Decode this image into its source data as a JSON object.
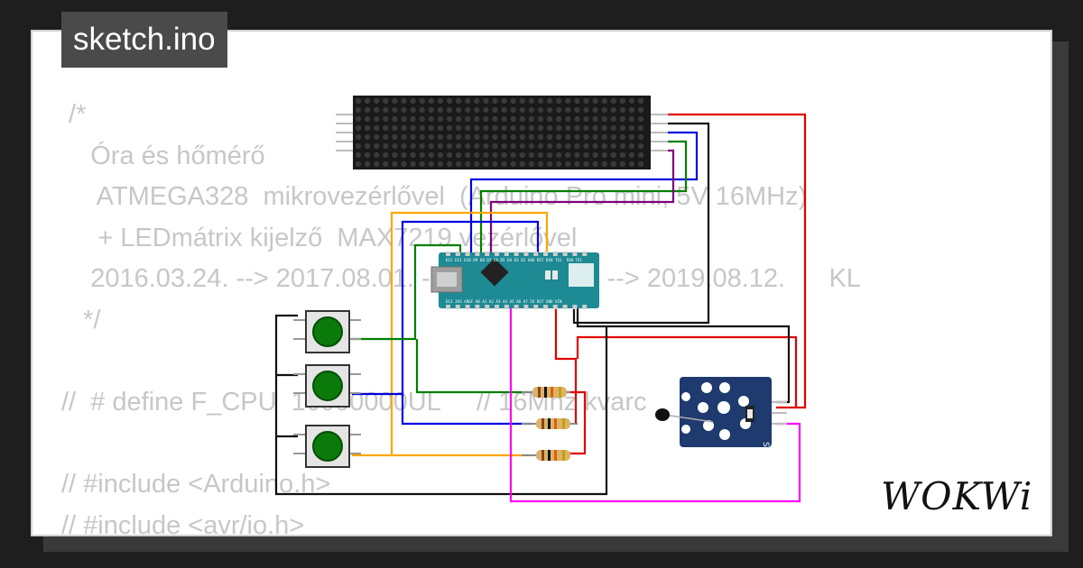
{
  "title": "sketch.ino",
  "logo_text": "WOKWi",
  "code_lines": [
    " /*",
    "    Óra és hőmérő",
    "     ATMEGA328  mikrovezérlővel  (Arduino Pro mini, 5V 16MHz)",
    "     + LEDmátrix kijelző  MAX7219 vezérlővel",
    "    2016.03.24. --> 2017.08.01. --> 2018.08.30. --> 2019.08.12.      KL",
    "   */",
    "",
    "//  # define F_CPU  16000000UL     // 16Mhz kvarc",
    "",
    "// #include <Arduino.h>",
    "// #include <avr/io.h>"
  ],
  "board": {
    "top_pins": "D12 D11 D10 D9 D8 D7 D6 D5 D4 D3 D2 GND RST RX0 TX1",
    "bottom_pins": "D13 3V3 AREF A0 A1 A2 A3 A4 A5 A6 A7 5V RST GND VIN",
    "led_labels": "RX0 TX1"
  },
  "sensor_label": "S",
  "colors": {
    "background": "#1e1e1e",
    "card": "#ffffff",
    "code_text": "#c7c7c7",
    "title_bg": "#4a4a4a",
    "board": "#1d8a94",
    "matrix": "#1a1a1a",
    "sensor_board": "#1e3a6e",
    "button": "#0a7a0a",
    "wire_red": "#e00000",
    "wire_black": "#111111",
    "wire_blue": "#0000e0",
    "wire_green": "#008000",
    "wire_orange": "#ffa500",
    "wire_purple": "#800080",
    "wire_magenta": "#ff00ff"
  }
}
